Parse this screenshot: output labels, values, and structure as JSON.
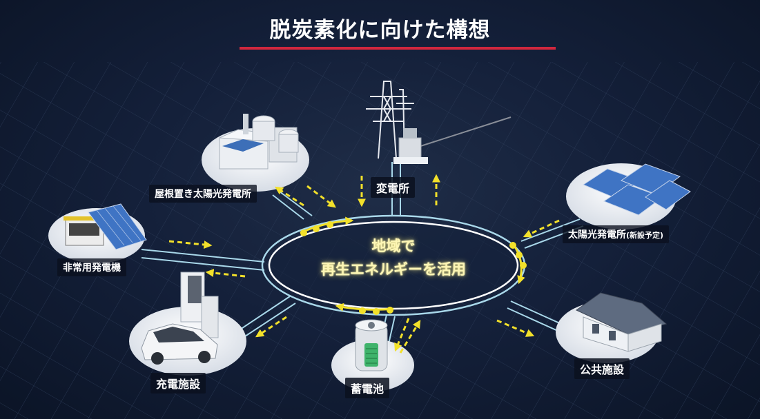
{
  "title": "脱炭素化に向けた構想",
  "center": {
    "line1": "地域で",
    "line2": "再生エネルギーを活用"
  },
  "nodes": {
    "substation": "変電所",
    "rooftop_solar": "屋根置き太陽光発電所",
    "solar_plant": "太陽光発電所",
    "solar_plant_note": "(新設予定)",
    "emergency_generator": "非常用発電機",
    "charging_facility": "充電施設",
    "storage_battery": "蓄電池",
    "public_facility": "公共施設"
  },
  "colors": {
    "accent_red": "#d0273e",
    "flow_yellow": "#f2e02a",
    "ring_line": "#a9d8ea",
    "background": "#14203a"
  }
}
